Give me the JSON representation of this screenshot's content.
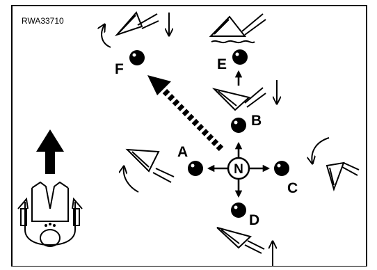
{
  "figure": {
    "reference_code": "RWA33710",
    "neutral_label": "N",
    "positions": [
      {
        "id": "A",
        "label": "A"
      },
      {
        "id": "B",
        "label": "B"
      },
      {
        "id": "C",
        "label": "C"
      },
      {
        "id": "D",
        "label": "D"
      },
      {
        "id": "E",
        "label": "E"
      },
      {
        "id": "F",
        "label": "F"
      }
    ],
    "icons": [
      "operator-seat-icon",
      "bucket-icon",
      "lever-knob-icon",
      "neutral-circle-icon"
    ],
    "colors": {
      "ink": "#000000",
      "background": "#ffffff"
    }
  }
}
